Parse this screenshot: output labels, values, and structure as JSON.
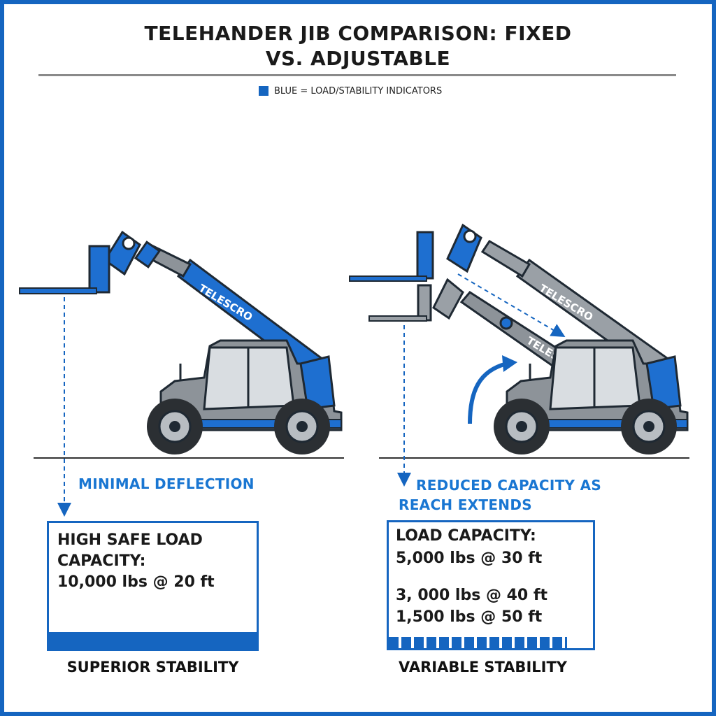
{
  "title": {
    "line1": "TELEHANDER JIB COMPARISON: FIXED",
    "line2": "VS. ADJUSTABLE"
  },
  "legend": {
    "text": "BLUE = LOAD/STABILITY INDICATORS",
    "color": "#1565c0"
  },
  "left": {
    "boom_brand": "TELESCRO",
    "callout": "MINIMAL DEFLECTION",
    "box_lines": [
      "HIGH SAFE LOAD",
      "CAPACITY:",
      "10,000 lbs @ 20 ft"
    ],
    "bottom_label": "SUPERIOR STABILITY"
  },
  "right": {
    "boom_brand_upper": "TELESCRO",
    "boom_brand_lower": "TELESCRO",
    "callout_line1": "REDUCED CAPACITY AS",
    "callout_line2": "REACH EXTENDS",
    "box_heading": "LOAD CAPACITY:",
    "capacities": [
      "5,000 lbs @ 30 ft",
      "3, 000 lbs @ 40 ft",
      "1,500 lbs @ 50 ft"
    ],
    "bottom_label": "VARIABLE STABILITY"
  },
  "colors": {
    "accent": "#1565c0",
    "accent_light": "#1976d2",
    "machine_gray": "#9aa0a6",
    "outline": "#1f2933"
  }
}
